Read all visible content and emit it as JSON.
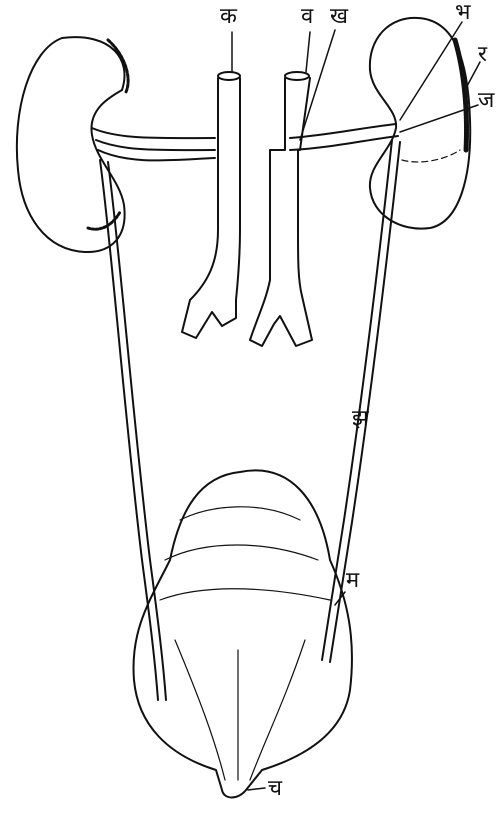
{
  "labels": {
    "ka": "क",
    "va": "व",
    "kha": "ख",
    "bha": "भ",
    "ra": "र",
    "ja": "ज",
    "jha": "झ",
    "ma": "म",
    "cha": "च"
  },
  "colors": {
    "ink": "#111111",
    "paper": "#ffffff"
  }
}
